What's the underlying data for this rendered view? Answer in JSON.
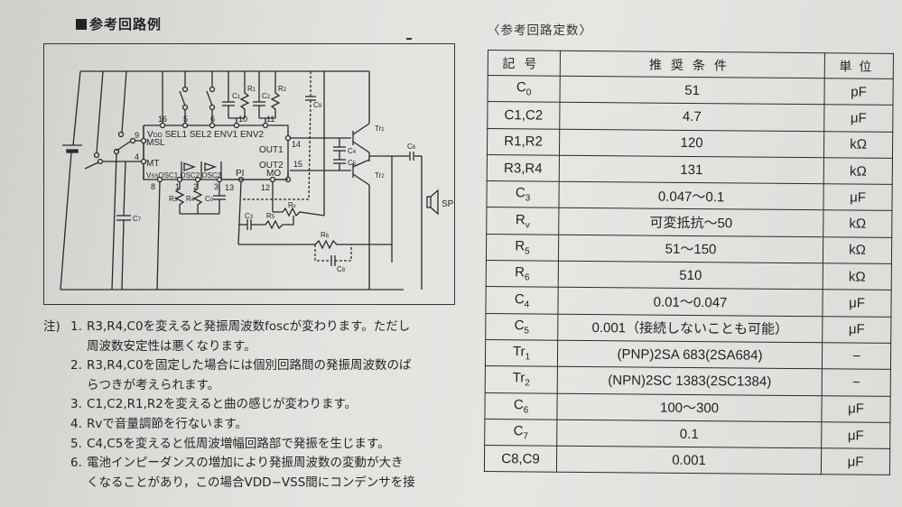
{
  "circuit_section": {
    "title": "参考回路例",
    "labels": {
      "pins": [
        "16",
        "5",
        "6",
        "10",
        "11",
        "9",
        "4",
        "14",
        "15",
        "8",
        "1",
        "2",
        "3",
        "13",
        "12"
      ],
      "pin_names_top": "VDD SEL1 SEL2 ENV1 ENV2",
      "msl": "MSL",
      "mt": "MT",
      "out1": "OUT1",
      "out2": "OUT2",
      "vss_osc1": "VSS OSC1",
      "osc2": "OSC2",
      "osc3": "OSC3",
      "pi": "PI",
      "mo": "MO",
      "components": [
        "C1",
        "R1",
        "C2",
        "R2",
        "C9",
        "Tr1",
        "Tr2",
        "C4",
        "C5",
        "C6",
        "SP",
        "C7",
        "R3",
        "R4",
        "C0",
        "C3",
        "R5",
        "Rv",
        "R6",
        "C8"
      ]
    }
  },
  "table_section": {
    "title": "〈参考回路定数〉",
    "headers": {
      "symbol": "記号",
      "condition": "推奨条件",
      "unit": "単位"
    },
    "rows": [
      {
        "symbol": "C",
        "sub": "0",
        "condition": "51",
        "unit": "pF"
      },
      {
        "symbol": "C1,C2",
        "sub": "",
        "condition": "4.7",
        "unit": "μF"
      },
      {
        "symbol": "R1,R2",
        "sub": "",
        "condition": "120",
        "unit": "kΩ"
      },
      {
        "symbol": "R3,R4",
        "sub": "",
        "condition": "131",
        "unit": "kΩ"
      },
      {
        "symbol": "C",
        "sub": "3",
        "condition": "0.047〜0.1",
        "unit": "μF"
      },
      {
        "symbol": "R",
        "sub": "v",
        "condition": "可変抵抗〜50",
        "unit": "kΩ"
      },
      {
        "symbol": "R",
        "sub": "5",
        "condition": "51〜150",
        "unit": "kΩ"
      },
      {
        "symbol": "R",
        "sub": "6",
        "condition": "510",
        "unit": "kΩ"
      },
      {
        "symbol": "C",
        "sub": "4",
        "condition": "0.01〜0.047",
        "unit": "μF"
      },
      {
        "symbol": "C",
        "sub": "5",
        "condition": "0.001（接続しないことも可能）",
        "unit": "μF"
      },
      {
        "symbol": "Tr",
        "sub": "1",
        "condition": "(PNP)2SA 683(2SA684)",
        "unit": "−"
      },
      {
        "symbol": "Tr",
        "sub": "2",
        "condition": "(NPN)2SC 1383(2SC1384)",
        "unit": "−"
      },
      {
        "symbol": "C",
        "sub": "6",
        "condition": "100〜300",
        "unit": "μF"
      },
      {
        "symbol": "C",
        "sub": "7",
        "condition": "0.1",
        "unit": "μF"
      },
      {
        "symbol": "C8,C9",
        "sub": "",
        "condition": "0.001",
        "unit": "μF"
      }
    ]
  },
  "notes": {
    "prefix": "注)",
    "items": [
      {
        "num": "1.",
        "line1": "R3,R4,C0を変えると発振周波数foscが変わります。ただし",
        "line2": "周波数安定性は悪くなります。"
      },
      {
        "num": "2.",
        "line1": "R3,R4,C0を固定した場合には個別回路間の発振周波数のば",
        "line2": "らつきが考えられます。"
      },
      {
        "num": "3.",
        "line1": "C1,C2,R1,R2を変えると曲の感じが変わります。",
        "line2": ""
      },
      {
        "num": "4.",
        "line1": "Rvで音量調節を行ないます。",
        "line2": ""
      },
      {
        "num": "5.",
        "line1": "C4,C5を変えると低周波増幅回路部で発振を生じます。",
        "line2": ""
      },
      {
        "num": "6.",
        "line1": "電池インピーダンスの増加により発振周波数の変動が大き",
        "line2": "くなることがあり，この場合VDD−VSS間にコンデンサを接"
      }
    ]
  }
}
